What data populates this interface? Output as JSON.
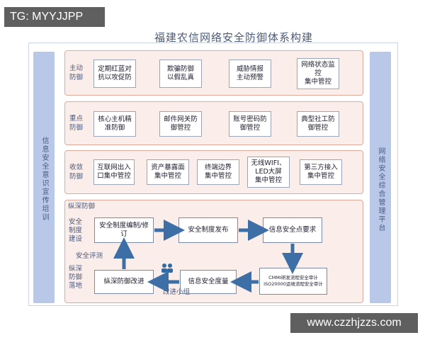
{
  "watermark_top": "TG: MYYJJPP",
  "watermark_bottom": "www.czzhjzzs.com",
  "title": "福建农信网络安全防御体系构建",
  "left_sidebar": "信息安全意识宣传培训",
  "right_sidebar": "网络安全综合管理平台",
  "bands": [
    {
      "label": "主动防御",
      "cells": [
        "定期红蓝对\n抗以攻促防",
        "欺骗防御\n以假乱真",
        "威胁情报\n主动预警",
        "网络状态监\n控\n集中管控"
      ]
    },
    {
      "label": "重点防御",
      "cells": [
        "核心主机精\n准防御",
        "邮件网关防\n御管控",
        "账号密码防\n御管控",
        "典型社工防\n御管控"
      ]
    },
    {
      "label": "收敛防御",
      "cells": [
        "互联网出入\n口集中管控",
        "资产暴露面\n集中管控",
        "终端边界\n集中管控",
        "无线WIFI、\nLED大屏\n集中管控",
        "第三方接入\n集中管控"
      ]
    }
  ],
  "depth": {
    "title": "纵深防御",
    "build_label": "安全\n制度\n建设",
    "eval_label": "安全评测",
    "impl_label": "纵深\n防御\n落地",
    "team_label": "改进小组",
    "boxes": {
      "draft": "安全制度编制/修\n订",
      "publish": "安全制度发布",
      "requirements": "信息安全点要求",
      "audit": "CMMI研发流程安全审计\nISO20000运维流程安全审计",
      "measure": "信息安全度量",
      "improve": "纵深防御改进"
    }
  },
  "colors": {
    "band_fill": "#fbeeea",
    "band_border": "#e0a99a",
    "sidebar": "#b9c8e8",
    "arrow": "#3d6fa6"
  }
}
